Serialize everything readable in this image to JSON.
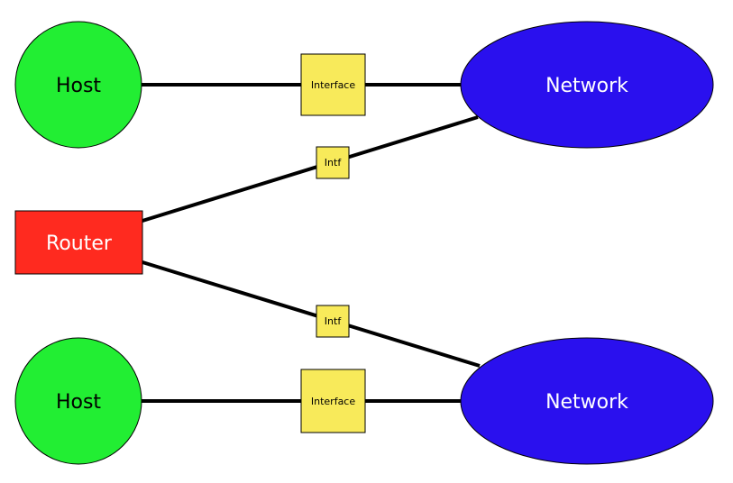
{
  "diagram": {
    "nodes": {
      "host_top": {
        "label": "Host",
        "fill": "#22ee33",
        "text_color": "#000000"
      },
      "host_bottom": {
        "label": "Host",
        "fill": "#22ee33",
        "text_color": "#000000"
      },
      "router": {
        "label": "Router",
        "fill": "#ff2a1f",
        "text_color": "#ffffff"
      },
      "network_top": {
        "label": "Network",
        "fill": "#2a10ee",
        "text_color": "#ffffff"
      },
      "network_bottom": {
        "label": "Network",
        "fill": "#2a10ee",
        "text_color": "#ffffff"
      }
    },
    "interfaces": {
      "interface_top": {
        "label": "Interface",
        "fill": "#f8ea5a"
      },
      "interface_bottom": {
        "label": "Interface",
        "fill": "#f8ea5a"
      },
      "intf_upper": {
        "label": "Intf",
        "fill": "#f8ea5a"
      },
      "intf_lower": {
        "label": "Intf",
        "fill": "#f8ea5a"
      }
    },
    "connections": [
      {
        "from": "Host",
        "to": "Network",
        "via": "Interface"
      },
      {
        "from": "Router",
        "to": "Network",
        "via": "Intf"
      },
      {
        "from": "Router",
        "to": "Network",
        "via": "Intf"
      },
      {
        "from": "Host",
        "to": "Network",
        "via": "Interface"
      }
    ]
  }
}
